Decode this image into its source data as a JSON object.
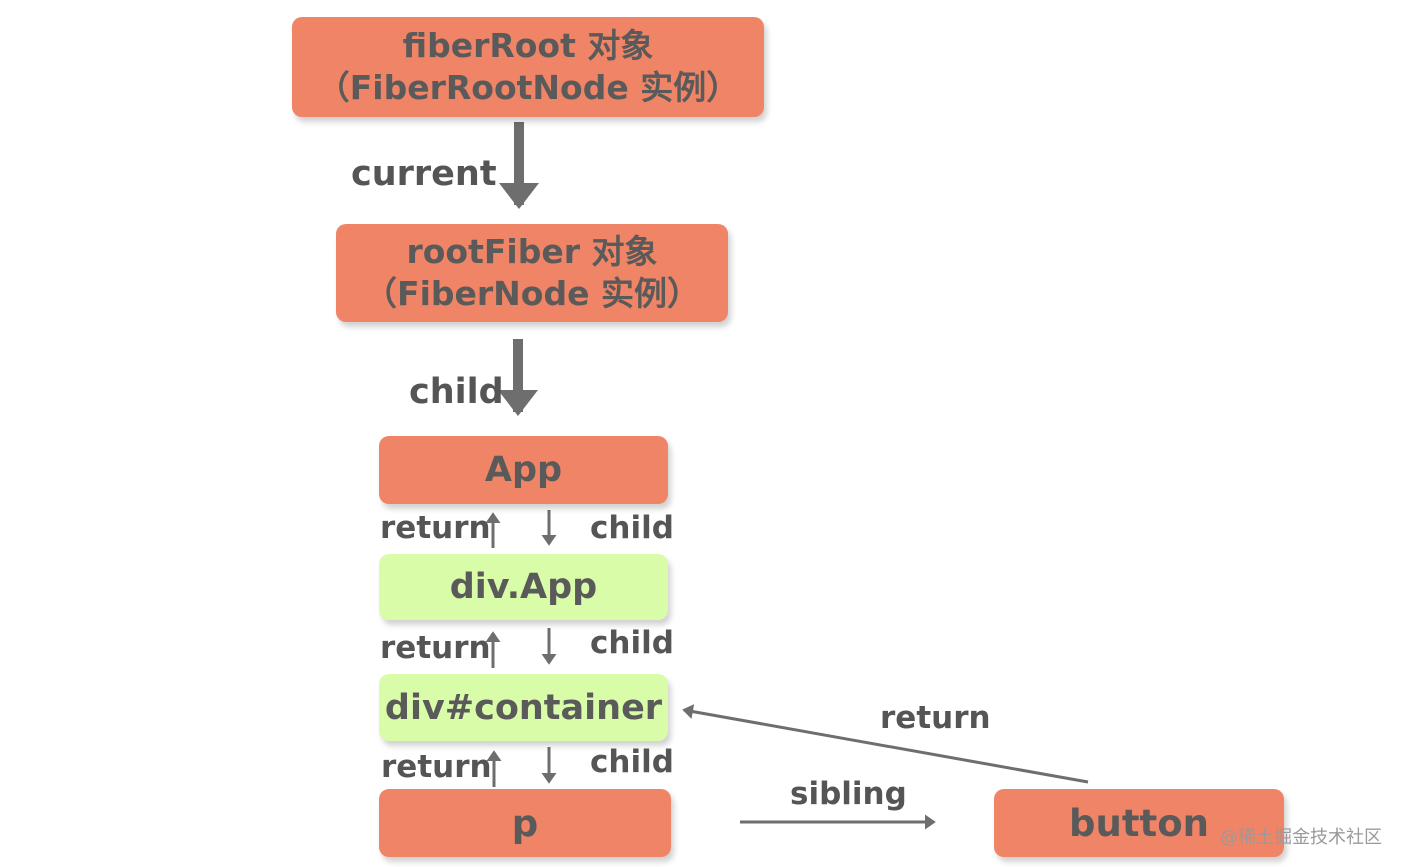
{
  "nodes": {
    "fiberroot": {
      "line1": "fiberRoot 对象",
      "line2": "（FiberRootNode 实例）"
    },
    "rootfiber": {
      "line1": "rootFiber 对象",
      "line2": "（FiberNode 实例）"
    },
    "app": "App",
    "divapp": "div.App",
    "container": "div#container",
    "p": "p",
    "button": "button"
  },
  "edges": {
    "current": "current",
    "child_top": "child",
    "return_1": "return",
    "child_1": "child",
    "return_2": "return",
    "child_2": "child",
    "return_3": "return",
    "child_3": "child",
    "return_button": "return",
    "sibling": "sibling"
  },
  "watermark": "@稀土掘金技术社区",
  "colors": {
    "component_node": "#ef8466",
    "host_node": "#d9fca8",
    "text": "#5a5a5a",
    "arrow": "#6e6e6e"
  }
}
